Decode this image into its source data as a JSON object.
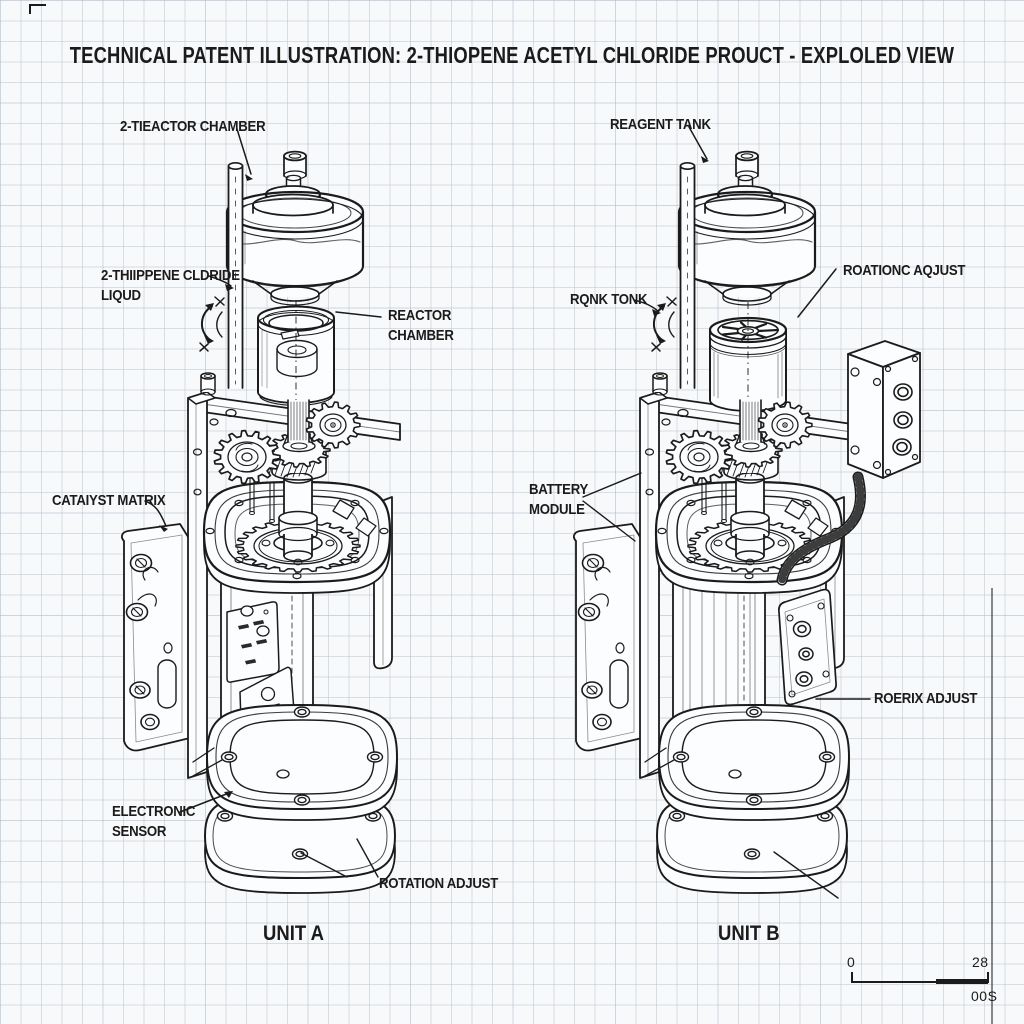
{
  "title": "TECHNICAL PATENT ILLUSTRATION: 2-THIOPENE ACETYL CHLORIDE PROUCT - EXPLOLED VIEW",
  "unit_a": {
    "name": "UNIT A",
    "labels": {
      "reactor_chamber_top": "2-TIEACTOR CHAMBER",
      "chloride_liquid": "2-THIIPPENE CLDRIDE\nLIQUD",
      "reactor_chamber": "REACTOR\nCHAMBER",
      "catalyst_matrix": "CATAIYST MATRIX",
      "electronic_sensor": "ELECTRONIC\nSENSOR",
      "rotation_adjust": "ROTATION ADJUST"
    }
  },
  "unit_b": {
    "name": "UNIT B",
    "labels": {
      "reagent_tank": "REAGENT TANK",
      "rqnk_tonk": "RQNK TONK",
      "roationc_adjust": "ROATIONC AQJUST",
      "battery_module": "BATTERY\nMODULE",
      "roerix_adjust": "ROERIX ADJUST"
    }
  },
  "scale_bar": {
    "start_value": "0",
    "end_value": "28",
    "unit_label": "00S"
  },
  "colors": {
    "ink": "#1b1b1b",
    "paper": "#f8f9fa",
    "grid_line": "#d2dce3"
  }
}
